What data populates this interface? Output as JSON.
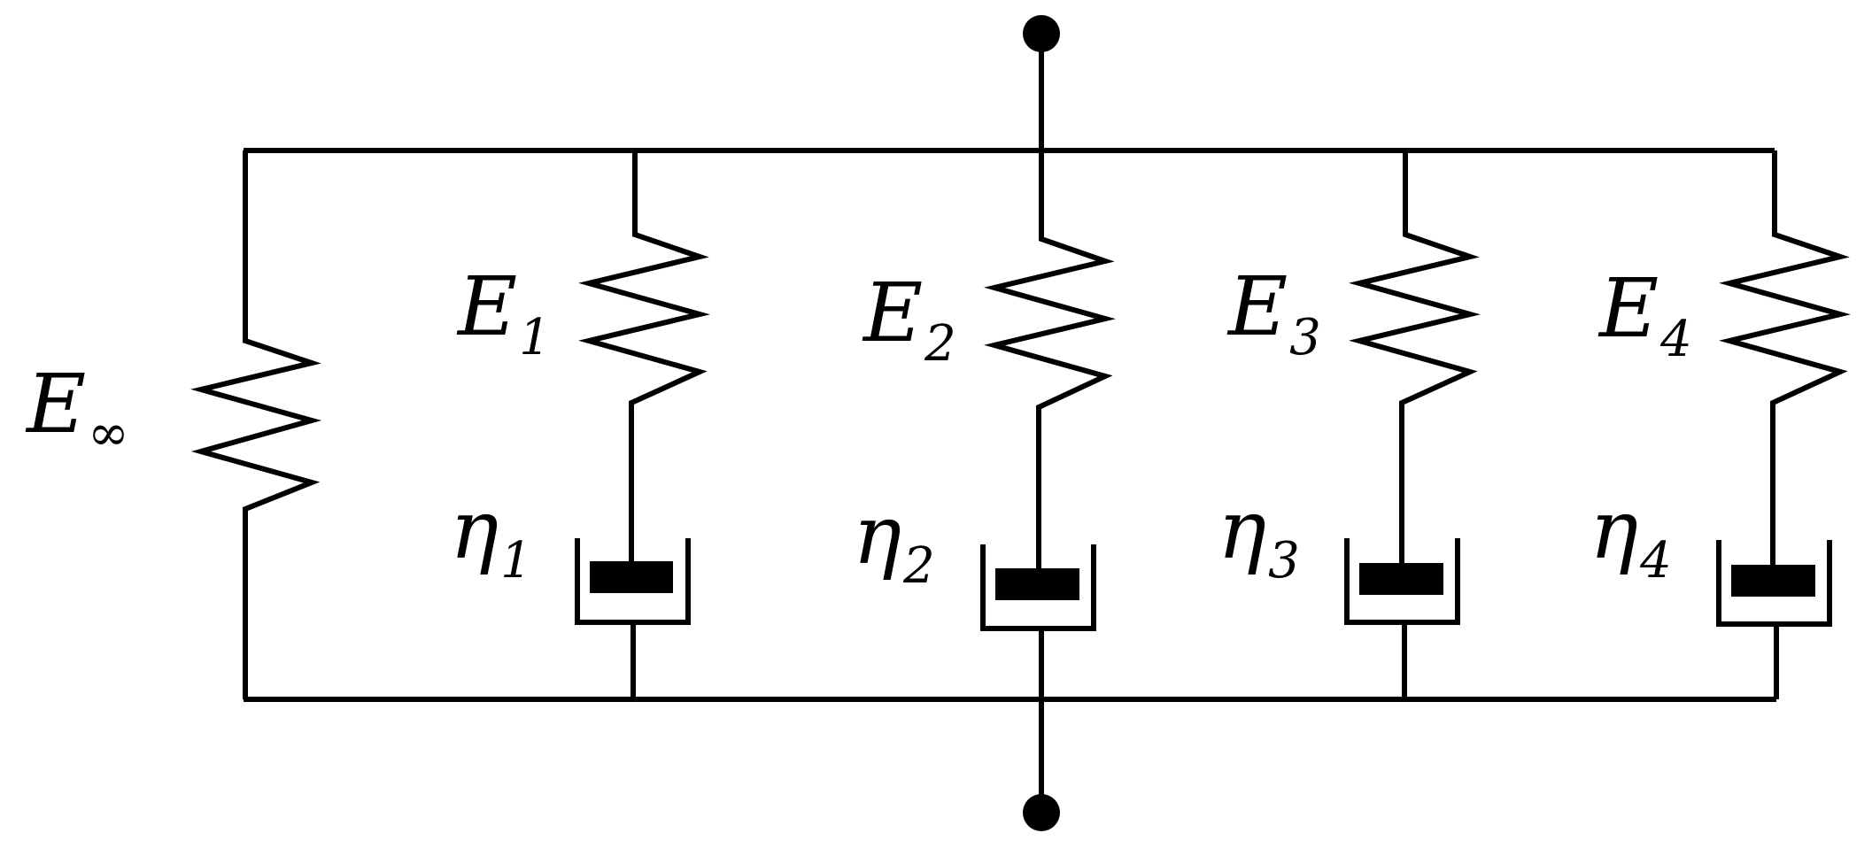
{
  "diagram": {
    "type": "generalized Maxwell viscoelastic model (Wiechert)",
    "equilibrium_spring": {
      "symbol": "E",
      "subscript": "∞"
    },
    "branches": [
      {
        "spring": {
          "symbol": "E",
          "subscript": "1"
        },
        "dashpot": {
          "symbol": "η",
          "subscript": "1"
        }
      },
      {
        "spring": {
          "symbol": "E",
          "subscript": "2"
        },
        "dashpot": {
          "symbol": "η",
          "subscript": "2"
        }
      },
      {
        "spring": {
          "symbol": "E",
          "subscript": "3"
        },
        "dashpot": {
          "symbol": "η",
          "subscript": "3"
        }
      },
      {
        "spring": {
          "symbol": "E",
          "subscript": "4"
        },
        "dashpot": {
          "symbol": "η",
          "subscript": "4"
        }
      }
    ],
    "terminals": [
      "top-terminal",
      "bottom-terminal"
    ],
    "colors": {
      "stroke": "#000000",
      "background": "#ffffff"
    }
  }
}
